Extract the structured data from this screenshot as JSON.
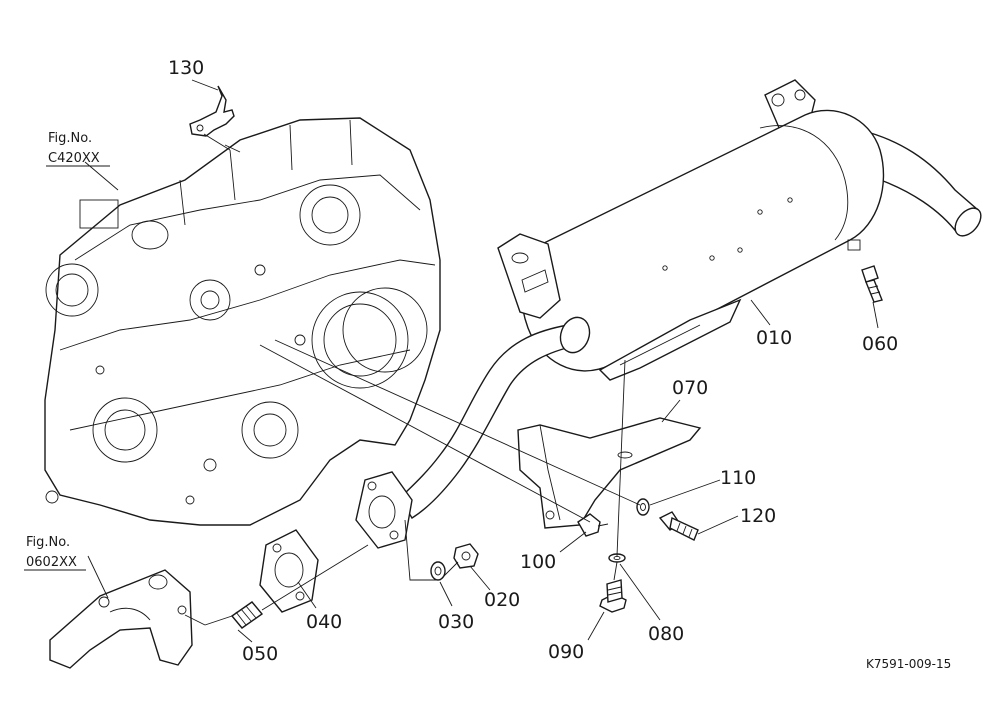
{
  "diagram": {
    "code": "K7591-009-15",
    "fig_refs": [
      {
        "label": "Fig.No.",
        "value": "C420XX"
      },
      {
        "label": "Fig.No.",
        "value": "0602XX"
      }
    ],
    "parts": [
      {
        "number": "010",
        "name": "muffler"
      },
      {
        "number": "020",
        "name": "nut"
      },
      {
        "number": "030",
        "name": "washer"
      },
      {
        "number": "040",
        "name": "gasket"
      },
      {
        "number": "050",
        "name": "stud"
      },
      {
        "number": "060",
        "name": "bolt"
      },
      {
        "number": "070",
        "name": "stay"
      },
      {
        "number": "080",
        "name": "washer"
      },
      {
        "number": "090",
        "name": "bolt"
      },
      {
        "number": "100",
        "name": "bolt"
      },
      {
        "number": "110",
        "name": "washer"
      },
      {
        "number": "120",
        "name": "bolt"
      },
      {
        "number": "130",
        "name": "hook"
      }
    ]
  }
}
